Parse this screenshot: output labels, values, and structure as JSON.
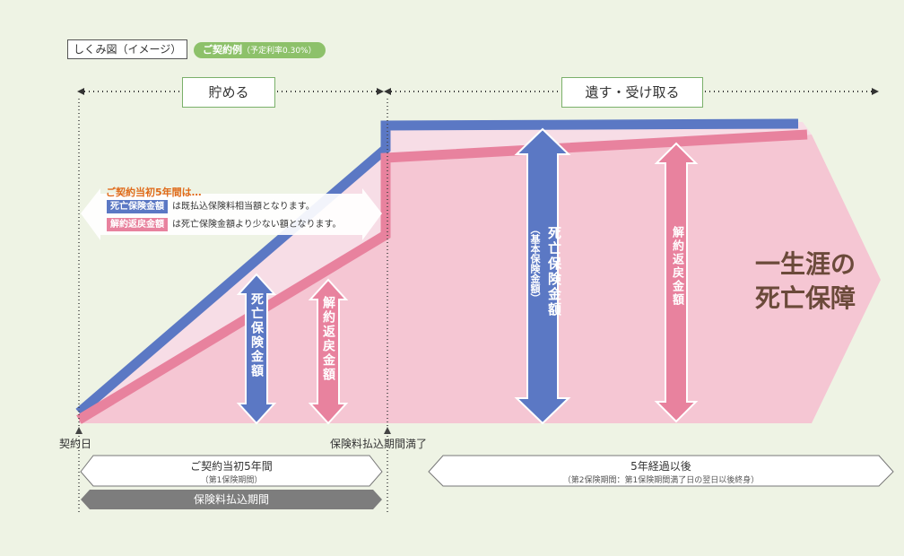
{
  "header": {
    "frame_label": "しくみ図（イメージ）",
    "example_badge_main": "ご契約例",
    "example_badge_sub": "（予定利率0.30%）"
  },
  "phases": {
    "save": "貯める",
    "leave_receive": "遺す・受け取る"
  },
  "note": {
    "title": "ご契約当初5年間は…",
    "rows": [
      {
        "tag": "死亡保険金額",
        "text": "は既払込保険料相当額となります。"
      },
      {
        "tag": "解約返戻金額",
        "text": "は死亡保険金額より少ない額となります。"
      }
    ]
  },
  "arrows": {
    "death_small": "死亡保険金額",
    "surrender_small": "解約返戻金額",
    "death_large": "死亡保険金額",
    "death_large_sub": "（基本保険金額）",
    "surrender_large": "解約返戻金額"
  },
  "lifetime": {
    "line1": "一生涯の",
    "line2": "死亡保障"
  },
  "ticks": {
    "contract_day": "契約日",
    "premium_end": "保険料払込期間満了"
  },
  "periods": {
    "first5_title": "ご契約当初5年間",
    "first5_sub": "（第1保険期間）",
    "after5_title": "5年経過以後",
    "after5_sub": "（第2保険期間：第1保険期間満了日の翌日以後終身）",
    "payment_period": "保険料払込期間"
  },
  "colors": {
    "blue": "#5b78c4",
    "pink": "#e8829e",
    "pink_light": "#f5c6d3",
    "green": "#8dc16a",
    "orange": "#e06a1a"
  }
}
